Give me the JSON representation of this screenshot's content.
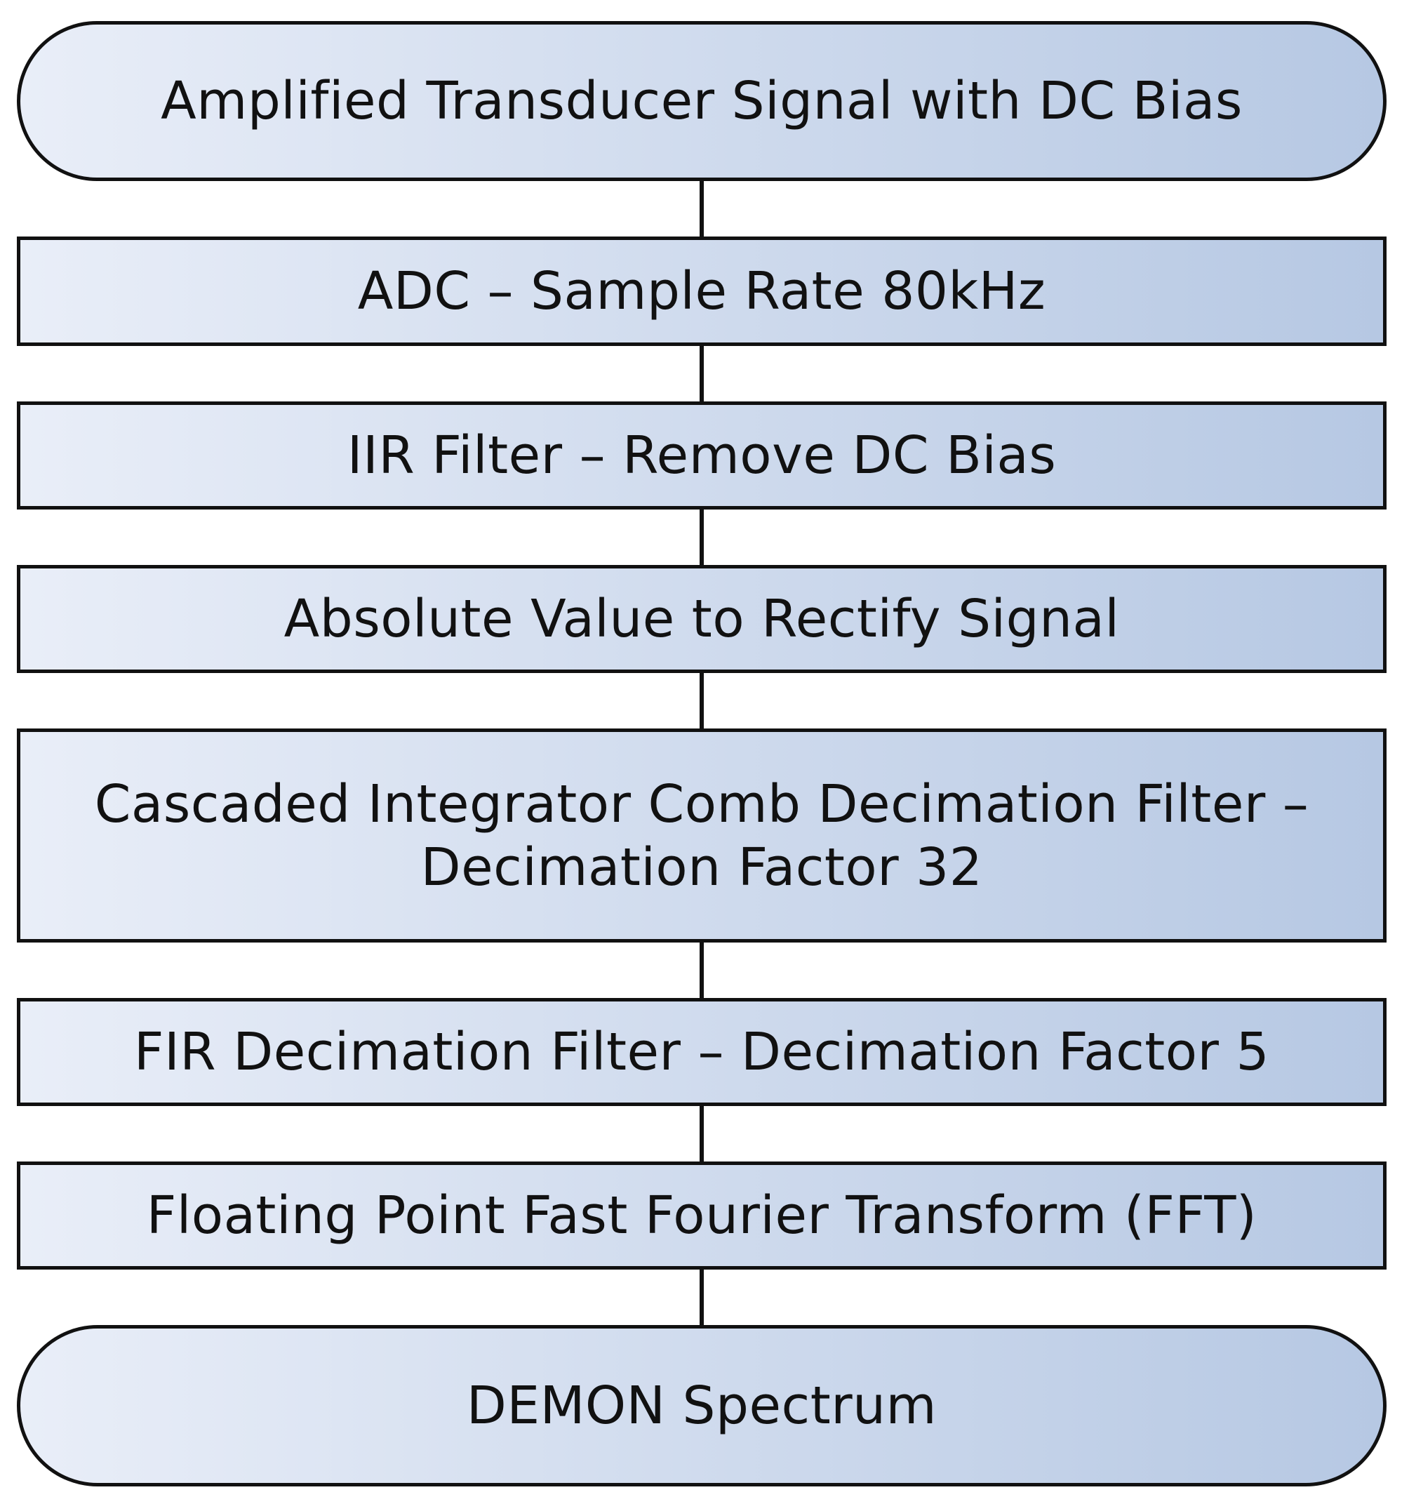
{
  "flowchart": {
    "start": {
      "label": "Amplified Transducer Signal with DC Bias"
    },
    "steps": [
      {
        "label": "ADC – Sample Rate 80kHz"
      },
      {
        "label": "IIR Filter – Remove DC Bias"
      },
      {
        "label": "Absolute Value to Rectify Signal"
      },
      {
        "label": "Cascaded Integrator Comb Decimation Filter –",
        "label_line2": "Decimation Factor 32"
      },
      {
        "label": "FIR Decimation Filter – Decimation Factor 5"
      },
      {
        "label": "Floating Point Fast Fourier Transform (FFT)"
      }
    ],
    "end": {
      "label": "DEMON Spectrum"
    }
  },
  "colors": {
    "gradient_start": "#e9eef8",
    "gradient_end": "#b6c8e3",
    "stroke": "#111111"
  }
}
